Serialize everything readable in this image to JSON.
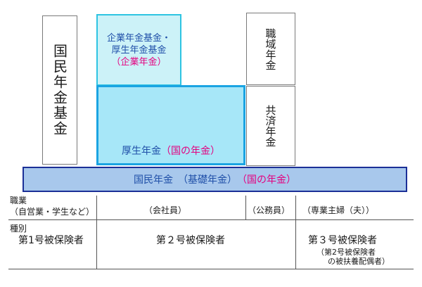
{
  "colors": {
    "fund_fill": "#ccf2f8",
    "fund_border": "#2ec4e2",
    "welfare_fill": "#a7e7f8",
    "welfare_border": "#1aa4e2",
    "national_fill": "#a8c8ec",
    "national_border": "#1b2f97",
    "pink": "#e4007f",
    "blue_text": "#1f4fa8"
  },
  "boxes": {
    "national_pension_fund": "国民年金基金",
    "corporate_fund_line1": "企業年金基金・",
    "corporate_fund_line2": "厚生年金基金",
    "corporate_fund_line3": "（企業年金）",
    "occupational_pension": "職域年金",
    "mutual_aid_pension": "共済年金",
    "welfare_pension": "厚生年金",
    "welfare_pension_paren": "（国の年金）",
    "national_pension_bar": "国民年金　（基礎年金）",
    "national_pension_bar_paren": "（国の年金）"
  },
  "table": {
    "row1_label": "職業",
    "row1_cells": [
      "（自営業・学生など）",
      "（会社員）",
      "（公務員）",
      "（専業主婦（夫））"
    ],
    "row2_label": "種別",
    "insured_1": "第1号被保険者",
    "insured_2": "第２号被保険者",
    "insured_3": "第３号被保険者",
    "insured_3_note1": "（第2号被保険者",
    "insured_3_note2": "の被扶養配偶者）"
  }
}
